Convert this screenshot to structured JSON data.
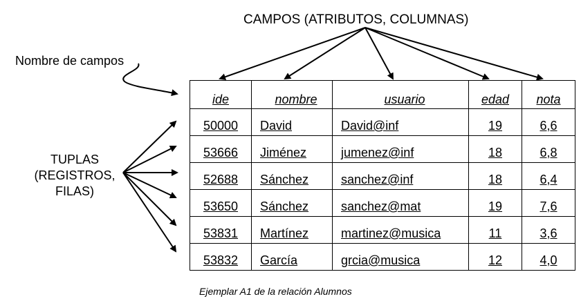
{
  "header_label": "CAMPOS (ATRIBUTOS, COLUMNAS)",
  "field_names_label": "Nombre de campos",
  "tuples_label": [
    "TUPLAS",
    "(REGISTROS,",
    "FILAS)"
  ],
  "caption": "Ejemplar A1 de la relación Alumnos",
  "table": {
    "columns": [
      "ide",
      "nombre",
      "usuario",
      "edad",
      "nota"
    ],
    "rows": [
      [
        "50000",
        "David",
        "David@inf",
        "19",
        "6,6"
      ],
      [
        "53666",
        "Jiménez",
        "jumenez@inf",
        "18",
        "6,8"
      ],
      [
        "52688",
        "Sánchez",
        "sanchez@inf",
        "18",
        "6,4"
      ],
      [
        "53650",
        "Sánchez",
        "sanchez@mat",
        "19",
        "7,6"
      ],
      [
        "53831",
        "Martínez",
        "martinez@musica",
        "11",
        "3,6"
      ],
      [
        "53832",
        "García",
        "grcia@musica",
        "12",
        "4,0"
      ]
    ]
  }
}
